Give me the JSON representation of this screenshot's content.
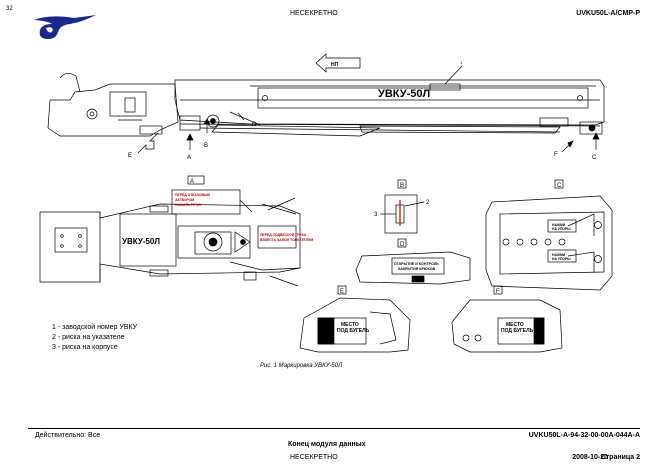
{
  "header": {
    "page_number": "32",
    "classification": "НЕСЕКРЕТНО",
    "doc_code": "UVKU50L-A/CMP-P"
  },
  "figure": {
    "nose_label": "НП",
    "callout_1": "1",
    "product_name": "УВКУ-50Л",
    "views": {
      "A": "A",
      "B": "B",
      "C": "C",
      "D": "D",
      "E": "E",
      "F": "F"
    },
    "view_a_product": "УВКУ-50Л",
    "view_b_callout_2": "2",
    "view_b_callout_3": "3",
    "red_labels": {
      "warn1_l1": "ПЕРЕД ОТКАЗОВЫМ",
      "warn1_l2": "ЗАТВОРОМ",
      "warn1_l3": "НАЖАТЬ РУЧКУ",
      "warn2_l1": "ПЕРЕД ПОДВЕСКОЙ ГРУЗА",
      "warn2_l2": "ВЗВЕСТЬ ЗАМОК ТОЛКАТЕЛЕМ"
    },
    "view_c_labels": {
      "push1_l1": "НАЖМИ",
      "push1_l2": "НА УПОРЫ",
      "push2_l1": "НАЖМИ",
      "push2_l2": "НА УПОРЫ"
    },
    "view_d_labels": {
      "l1": "ОТКРЫТИЕ И КОНТРОЛЬ",
      "l2": "ЗАКРЫТИЯ КРЮКОВ"
    },
    "view_e_labels": {
      "l1": "МЕСТО",
      "l2": "ПОД БУГЕЛЬ"
    },
    "view_f_labels": {
      "l1": "МЕСТО",
      "l2": "ПОД БУГЕЛЬ"
    }
  },
  "legend": [
    "1 - заводской номер УВКУ",
    "2 - риска на указателе",
    "3 - риска на корпусе"
  ],
  "caption": "Рис. 1   Маркировка УВКУ-50Л",
  "footer": {
    "applicability": "Действительно: Все",
    "data_module_code": "UVKU50L-A-94-32-00-00A-044A-A",
    "end_text": "Конец модуля данных",
    "classification": "НЕСЕКРЕТНО",
    "date": "2008-10-20",
    "page": "Страница 2"
  },
  "colors": {
    "logo": "#1a2a8c",
    "warning_text": "#c00000"
  }
}
